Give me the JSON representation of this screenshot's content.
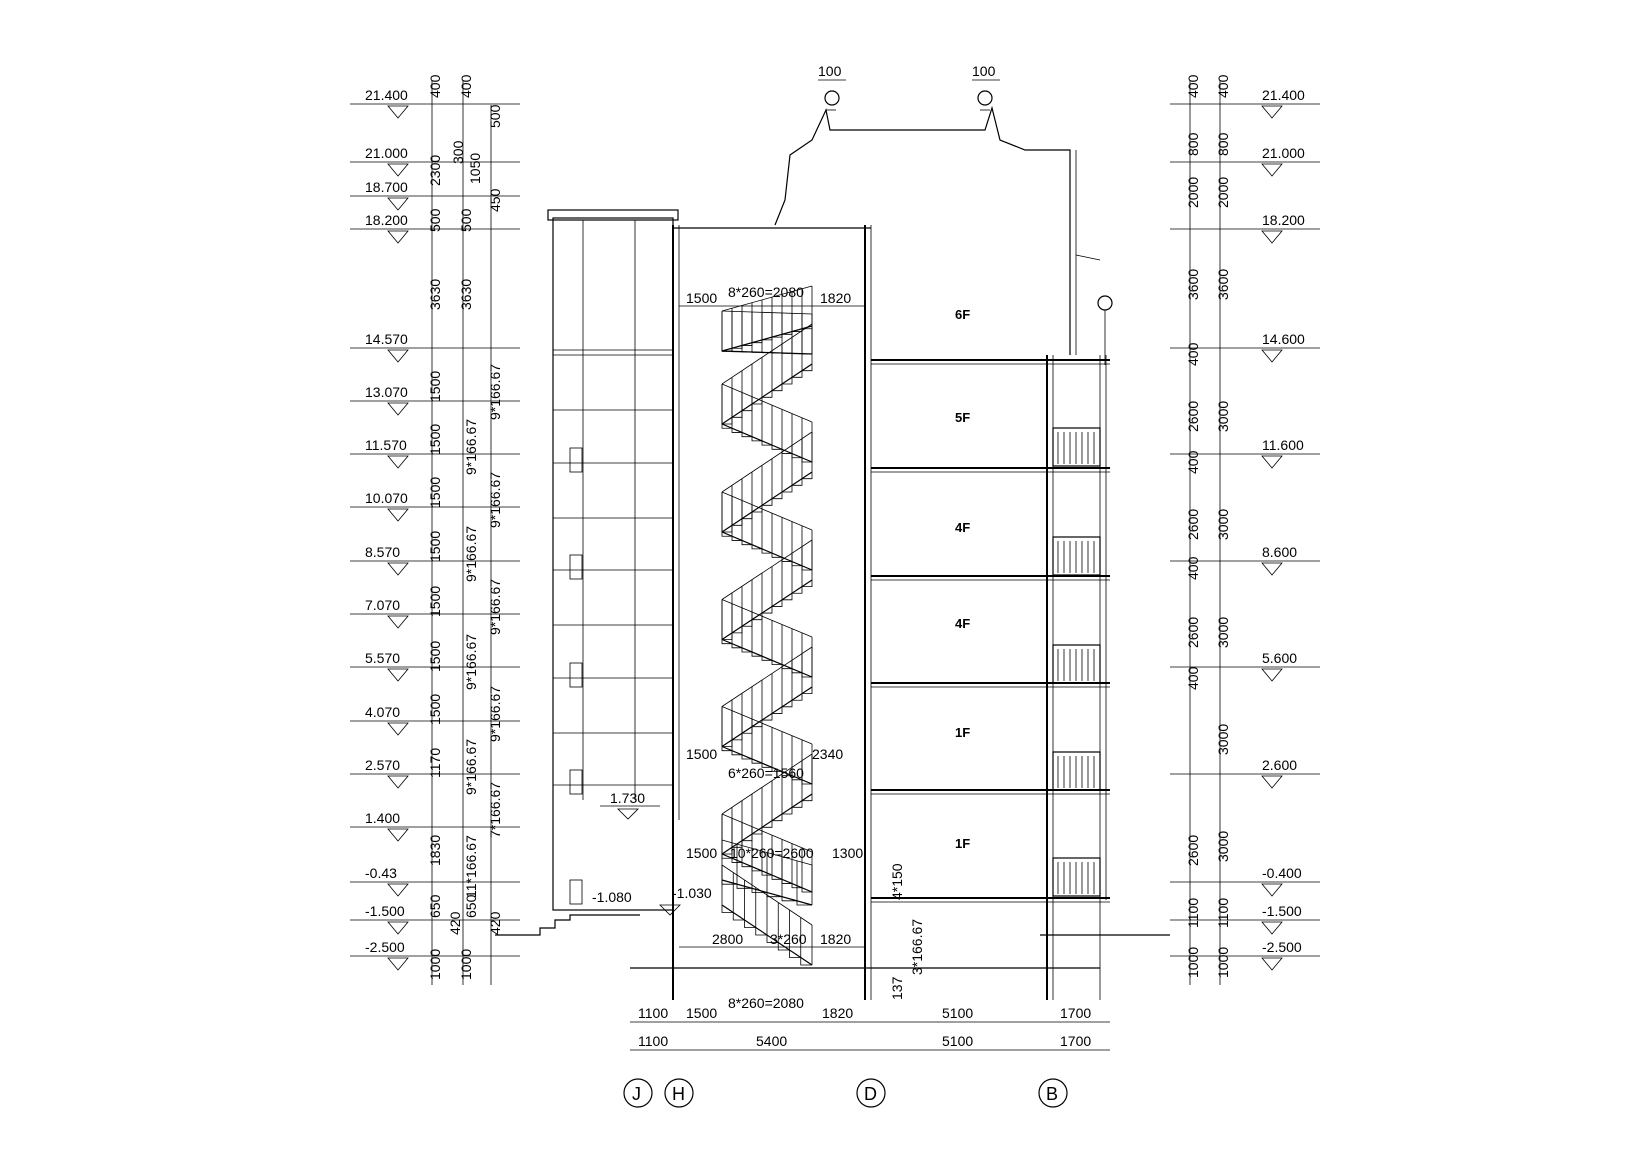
{
  "left_levels": [
    "21.400",
    "21.000",
    "18.700",
    "18.200",
    "14.570",
    "13.070",
    "11.570",
    "10.070",
    "8.570",
    "7.070",
    "5.570",
    "4.070",
    "2.570",
    "1.400",
    "-0.43",
    "-1.500",
    "-2.500"
  ],
  "right_levels": [
    "21.400",
    "21.000",
    "18.200",
    "14.600",
    "11.600",
    "8.600",
    "5.600",
    "2.600",
    "-0.400",
    "-1.500",
    "-2.500"
  ],
  "left_dims_outer": [
    "400",
    "2300",
    "500",
    "3630",
    "1500",
    "1500",
    "1500",
    "1500",
    "1500",
    "1500",
    "1500",
    "1170",
    "1830",
    "650",
    "420",
    "1000"
  ],
  "left_dims_inner": [
    "400",
    "300",
    "1050",
    "500",
    "3630",
    "1000"
  ],
  "left_dims_third": [
    "500",
    "450",
    "420"
  ],
  "left_stair_dims": [
    "9*166.67",
    "9*166.67",
    "9*166.67",
    "9*166.67",
    "9*166.67",
    "9*166.67",
    "9*166.67",
    "9*166.67",
    "7*166.67",
    "11*166.67",
    "650"
  ],
  "right_dims_outer": [
    "400",
    "800",
    "2000",
    "3600",
    "400",
    "2600",
    "400",
    "2600",
    "400",
    "2600",
    "400",
    "2600",
    "1100",
    "1000"
  ],
  "right_dims_inner": [
    "400",
    "800",
    "2000",
    "3600",
    "3000",
    "3000",
    "3000",
    "3000",
    "3000",
    "1100",
    "1000"
  ],
  "floor_labels": [
    "6F",
    "5F",
    "4F",
    "4F",
    "1F",
    "1F"
  ],
  "stair_labels": {
    "top_left": "1500",
    "top_mid": "8*260=2080",
    "top_right": "1820",
    "mid_left": "1500",
    "mid_right": "2340",
    "mid_run": "6*260=1560",
    "low_left": "1500",
    "low_run": "10*260=2600",
    "low_right": "1300",
    "base_left": "2800",
    "base_run": "3*260",
    "base_right": "1820",
    "vert_a": "4*150",
    "vert_b": "3*166.67",
    "vert_c": "137"
  },
  "local_levels": [
    "1.730",
    "-1.080",
    "-1.030"
  ],
  "roof_dims": [
    "100",
    "100"
  ],
  "bottom_dims_row1": [
    "1100",
    "1500",
    "8*260=2080",
    "1820",
    "5100",
    "1700"
  ],
  "bottom_dims_row2": [
    "1100",
    "5400",
    "5100",
    "1700"
  ],
  "axis_labels": [
    "J",
    "H",
    "D",
    "B"
  ]
}
